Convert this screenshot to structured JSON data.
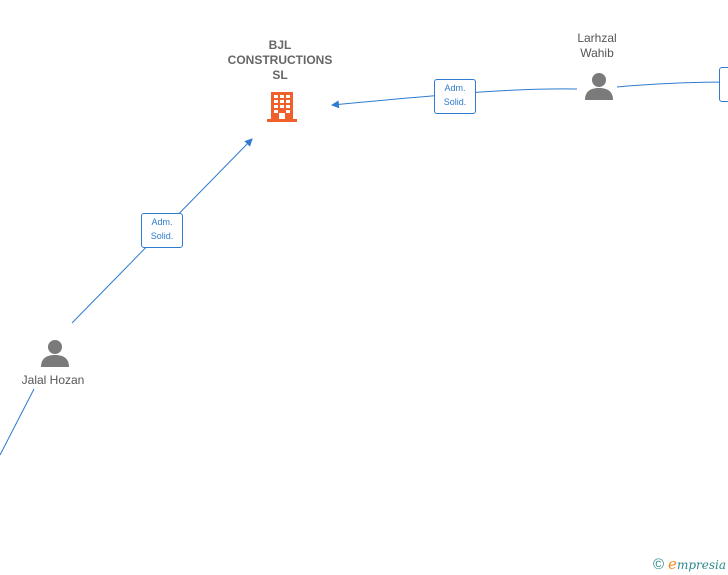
{
  "nodes": {
    "company": {
      "name_lines": [
        "BJL",
        "CONSTRUCTIONS",
        "SL"
      ],
      "color": "#f0602a",
      "icon": "building-icon"
    },
    "person_larhzal": {
      "name_lines": [
        "Larhzal",
        "Wahib"
      ],
      "icon": "person-icon"
    },
    "person_jalal": {
      "name": "Jalal Hozan",
      "icon": "person-icon"
    }
  },
  "edges": {
    "larhzal_to_company": {
      "line1": "Adm.",
      "line2": "Solid."
    },
    "jalal_to_company": {
      "line1": "Adm.",
      "line2": "Solid."
    }
  },
  "footer": {
    "copyright": "©",
    "brand_initial": "e",
    "brand_rest": "mpresia"
  },
  "colors": {
    "edge": "#2e7bcf",
    "person_icon": "#7a7a7a"
  }
}
